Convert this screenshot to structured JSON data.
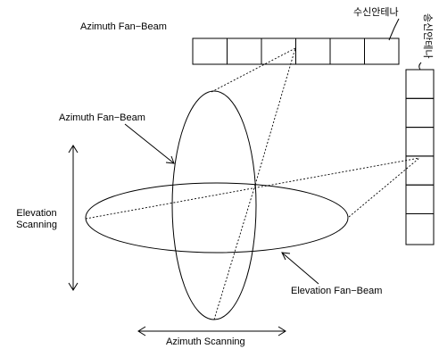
{
  "labels": {
    "azimuth_fan_beam_top": "Azimuth Fan−Beam",
    "azimuth_fan_beam_left": "Azimuth Fan−Beam",
    "elevation_scanning_line1": "Elevation",
    "elevation_scanning_line2": "Scanning",
    "elevation_fan_beam": "Elevation Fan−Beam",
    "azimuth_scanning": "Azimuth Scanning",
    "receive_antenna": "수신안테나",
    "transmit_antenna": "송신안테나"
  },
  "receive_array": {
    "element_count": 6
  },
  "transmit_array": {
    "element_count": 6
  }
}
